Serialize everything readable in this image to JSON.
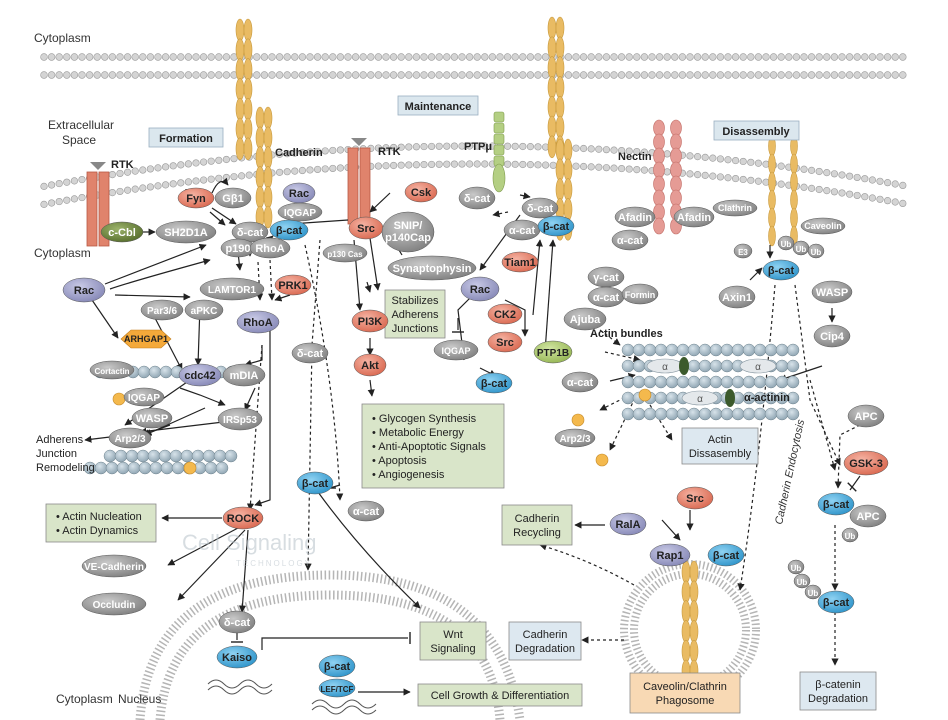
{
  "regions": {
    "cytoplasm_top": "Cytoplasm",
    "extracellular": "Extracellular",
    "space": "Space",
    "cytoplasm_left": "Cytoplasm",
    "cytoplasm_bottom": "Cytoplasm",
    "nucleus": "Nucleus"
  },
  "phases": {
    "formation": "Formation",
    "maintenance": "Maintenance",
    "disassembly": "Disassembly"
  },
  "receptors": {
    "rtk_left": "RTK",
    "cadherin": "Cadherin",
    "rtk_mid": "RTK",
    "ptp": "PTPμ",
    "nectin": "Nectin",
    "clathrin": "Clathrin",
    "caveolin": "Caveolin"
  },
  "nodes": {
    "fyn": "Fyn",
    "gb1": "Gβ1",
    "ccbl": "c-Cbl",
    "sh2d1a": "SH2D1A",
    "delta_cat_1": "δ-cat",
    "beta_cat_1": "β-cat",
    "rac_top": "Rac",
    "iqgap_1": "IQGAP",
    "p190": "p190",
    "rhoa_1": "RhoA",
    "rac_left": "Rac",
    "lamtor1": "LAMTOR1",
    "prk1": "PRK1",
    "par36": "Par3/6",
    "apkc": "aPKC",
    "rhoa_2": "RhoA",
    "arhgap1": "ARHGAP1",
    "cdc42": "cdc42",
    "mdia": "mDIA",
    "cortactin": "Cortactin",
    "iqgap_2": "IQGAP",
    "wasp_1": "WASP",
    "irsp53": "IRSp53",
    "arp23_1": "Arp2/3",
    "delta_cat_2": "δ-cat",
    "src_1": "Src",
    "csk": "Csk",
    "snip": "SNIP/\np140Cap",
    "p130cas": "p130 Cas",
    "synaptophysin": "Synaptophysin",
    "pi3k": "PI3K",
    "akt": "Akt",
    "delta_cat_3": "δ-cat",
    "delta_cat_4": "δ-cat",
    "alpha_cat_1": "α-cat",
    "beta_cat_2": "β-cat",
    "tiam1": "Tiam1",
    "rac_mid": "Rac",
    "ck2": "CK2",
    "src_2": "Src",
    "iqgap_3": "IQGAP",
    "ptp1b": "PTP1B",
    "beta_cat_3": "β-cat",
    "afadin_1": "Afadin",
    "afadin_2": "Afadin",
    "alpha_cat_2": "α-cat",
    "gamma_cat": "γ-cat",
    "alpha_cat_3": "α-cat",
    "formin": "Formin",
    "ajuba": "Ajuba",
    "alpha_cat_4": "α-cat",
    "arp23_2": "Arp2/3",
    "e3": "E3",
    "ub_1": "Ub",
    "ub_2": "Ub",
    "ub_3": "Ub",
    "beta_cat_4": "β-cat",
    "axin1": "Axin1",
    "wasp_2": "WASP",
    "cip4": "Cip4",
    "apc_1": "APC",
    "gsk3": "GSK-3",
    "beta_cat_5": "β-cat",
    "apc_2": "APC",
    "ub_4": "Ub",
    "ub_5": "Ub",
    "ub_6": "Ub",
    "ub_7": "Ub",
    "beta_cat_6": "β-cat",
    "beta_cat_7": "β-cat",
    "alpha_cat_5": "α-cat",
    "rock": "ROCK",
    "vecadherin": "VE-Cadherin",
    "occludin": "Occludin",
    "delta_cat_5": "δ-cat",
    "kaiso": "Kaiso",
    "beta_cat_8": "β-cat",
    "leftcf": "LEF/TCF",
    "src_3": "Src",
    "rap1": "Rap1",
    "beta_cat_9": "β-cat",
    "rala": "RalA",
    "alpha_actin": "α"
  },
  "labels": {
    "adherens_junction": "Adherens\nJunction\nRemodeling",
    "actin_bundles": "Actin bundles",
    "alpha_actinin": "α-actinin",
    "cadherin_endocytosis": "Cadherin Endocytosis"
  },
  "outcomes": {
    "stabilizes": "Stabilizes\nAdherens\nJunctions",
    "glycogen": [
      "Glycogen Synthesis",
      "Metabolic Energy",
      "Anti-Apoptotic Signals",
      "Apoptosis",
      "Angiogenesis"
    ],
    "actin_nucleation": [
      "Actin Nucleation",
      "Actin Dynamics"
    ],
    "actin_disassembly": "Actin\nDissasembly",
    "cadherin_recycling": "Cadherin\nRecycling",
    "wnt": "Wnt\nSignaling",
    "cadherin_degradation": "Cadherin\nDegradation",
    "phagosome": "Caveolin/Clathrin\nPhagosome",
    "bcat_degradation": "β-catenin\nDegradation",
    "cell_growth": "Cell Growth & Differentiation"
  },
  "watermark": {
    "line1": "Cell Signaling",
    "line2": "TECHNOLOGY"
  },
  "colors": {
    "grey": "#8c8c8c",
    "red": "#e8826c",
    "blue": "#3aa6da",
    "lavender": "#9ea0c8",
    "olive": "#6e8a3c",
    "green_node": "#a9c66a",
    "orange": "#f4a93a",
    "membrane": "#c9c9c9",
    "receptor": "#e9bb63",
    "rtk": "#e0836c",
    "green_box": "#d9e5c9",
    "blue_box": "#dde8f0",
    "peach_box": "#f8d9b4"
  }
}
